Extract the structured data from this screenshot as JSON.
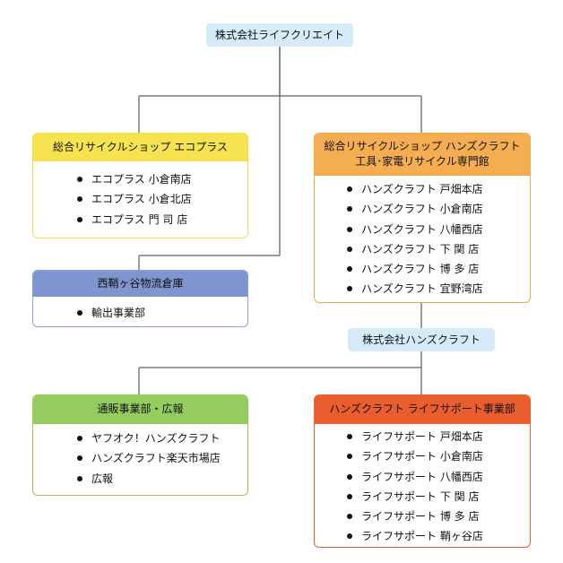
{
  "root": {
    "label": "株式会社ライフクリエイト"
  },
  "ecoplus": {
    "title": "総合リサイクルショップ エコプラス",
    "stores": [
      "エコプラス 小倉南店",
      "エコプラス 小倉北店",
      "エコプラス 門 司 店"
    ]
  },
  "warehouse": {
    "title": "西鞘ヶ谷物流倉庫",
    "items": [
      "輸出事業部"
    ]
  },
  "handscraft_shop": {
    "title_line1": "総合リサイクルショップ ハンズクラフト",
    "title_line2": "工具･家電リサイクル専門館",
    "stores": [
      "ハンズクラフト 戸畑本店",
      "ハンズクラフト 小倉南店",
      "ハンズクラフト 八幡西店",
      "ハンズクラフト 下 関 店",
      "ハンズクラフト 博 多 店",
      "ハンズクラフト 宜野湾店"
    ]
  },
  "handscraft_company": {
    "label": "株式会社ハンズクラフト"
  },
  "mailorder": {
    "title": "通販事業部・広報",
    "items": [
      "ヤフオク！ハンズクラフト",
      "ハンズクラフト楽天市場店",
      "広報"
    ]
  },
  "lifesupport": {
    "title": "ハンズクラフト ライフサポート事業部",
    "stores": [
      "ライフサポート 戸畑本店",
      "ライフサポート 小倉南店",
      "ライフサポート 八幡西店",
      "ライフサポート 下 関 店",
      "ライフサポート 博 多 店",
      "ライフサポート 鞘ヶ谷店"
    ]
  },
  "colors": {
    "connector": "#7a7a7a",
    "pill_bg": "#d5ecf8",
    "ecoplus_header": "#f7e34f",
    "warehouse_header": "#7f95cf",
    "handscraft_header": "#f5ad52",
    "mailorder_header": "#95cc5f",
    "lifesupport_header": "#ea5d2c"
  }
}
